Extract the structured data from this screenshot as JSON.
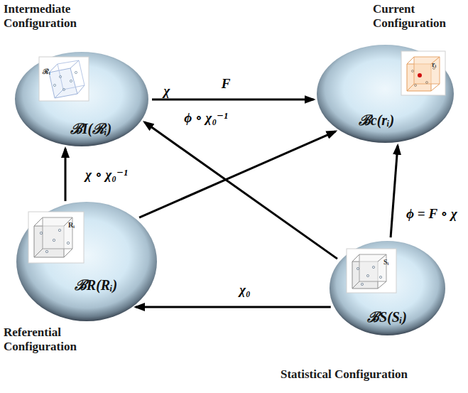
{
  "diagram": {
    "nodes": [
      {
        "text": [
          "Intermediate Configuration",
          "ℬI(ℛᵢ)"
        ]
      },
      {
        "text": [
          "Current Configuration",
          "ℬc(rᵢ)"
        ]
      },
      {
        "text": [
          "Referential Configuration",
          "ℬR(Rᵢ)"
        ]
      },
      {
        "text": [
          "Statistical Configuration",
          "ℬS(Sᵢ)"
        ]
      }
    ],
    "edges": [
      {
        "from": 0,
        "to": 1,
        "label": "F",
        "arrow": "to"
      },
      {
        "from": 2,
        "to": 0,
        "label": "χ ∘ χ₀⁻¹",
        "arrow": "to"
      },
      {
        "from": 2,
        "to": 1,
        "label": "ϕ ∘ χ₀⁻¹",
        "arrow": "to"
      },
      {
        "from": 3,
        "to": 0,
        "label": "χ",
        "arrow": "to"
      },
      {
        "from": 3,
        "to": 1,
        "label": "ϕ = F ∘ χ",
        "arrow": "to"
      },
      {
        "from": 3,
        "to": 2,
        "label": "χ₀",
        "arrow": "to"
      }
    ],
    "labels": [
      "ℛᵢ",
      "rᵢ",
      "Rᵢ",
      "Sᵢ"
    ]
  }
}
